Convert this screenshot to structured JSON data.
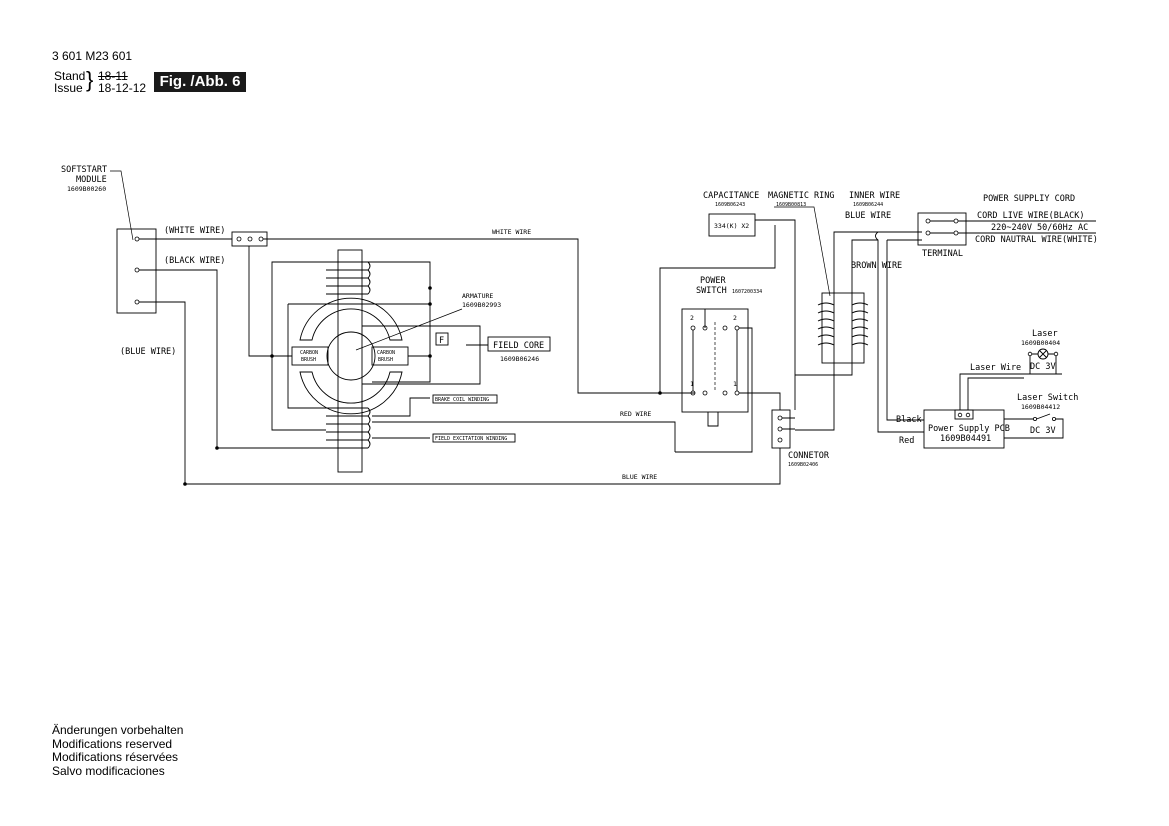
{
  "header": {
    "doc_number": "3 601 M23 601",
    "stand_label": "Stand",
    "issue_label": "Issue",
    "stand_date": "18-11",
    "issue_date": "18-12-12",
    "figure_label": "Fig. /Abb. 6"
  },
  "footer": {
    "line_de": "Änderungen vorbehalten",
    "line_en": "Modifications reserved",
    "line_fr": "Modifications réservées",
    "line_es": "Salvo modificaciones"
  },
  "diagram": {
    "softstart_title_1": "SOFTSTART",
    "softstart_title_2": "MODULE",
    "softstart_part": "1609B00260",
    "white_wire_label": "(WHITE WIRE)",
    "black_wire_label": "(BLACK WIRE)",
    "blue_wire_label": "(BLUE WIRE)",
    "white_wire_top": "WHITE WIRE",
    "armature_label": "ARMATURE",
    "armature_part": "1609B02993",
    "carbon_brush_left_1": "CARBON",
    "carbon_brush_left_2": "BRUSH",
    "carbon_brush_right_1": "CARBON",
    "carbon_brush_right_2": "BRUSH",
    "f_box": "F",
    "field_core_label": "FIELD CORE",
    "field_core_part": "1609B06246",
    "brake_coil_label": "BRAKE COIL WINDING",
    "field_excitation_label": "FIELD EXCITATION WINDING",
    "capacitance_label": "CAPACITANCE",
    "capacitance_part": "1609B06243",
    "capacitance_value": "334(K) X2",
    "magnetic_ring_label": "MAGNETIC RING",
    "magnetic_ring_part": "1609B00813",
    "inner_wire_label": "INNER WIRE",
    "inner_wire_part": "1609B06244",
    "blue_wire_inner": "BLUE WIRE",
    "brown_wire": "BROWN WIRE",
    "power_switch_1": "POWER",
    "power_switch_2": "SWITCH",
    "power_switch_part": "1607200334",
    "switch_pin_2a": "2",
    "switch_pin_2b": "2",
    "switch_pin_1a": "1",
    "switch_pin_1b": "1",
    "red_wire": "RED WIRE",
    "connector_label": "CONNETOR",
    "connector_part": "1609B02406",
    "blue_wire_bottom": "BLUE WIRE",
    "power_cord_label": "POWER SUPPLIY CORD",
    "cord_live": "CORD LIVE WIRE(BLACK)",
    "voltage": "220~240V 50/60Hz AC",
    "cord_neutral": "CORD NAUTRAL WIRE(WHITE)",
    "terminal": "TERMINAL",
    "laser_label": "Laser",
    "laser_part": "1609B00404",
    "laser_dc": "DC 3V",
    "laser_wire": "Laser Wire",
    "laser_switch_label": "Laser Switch",
    "laser_switch_part": "1609B04412",
    "pcb_label": "Power Supply PCB",
    "pcb_part": "1609B04491",
    "pcb_dc": "DC 3V",
    "black_label": "Black",
    "red_label": "Red"
  }
}
